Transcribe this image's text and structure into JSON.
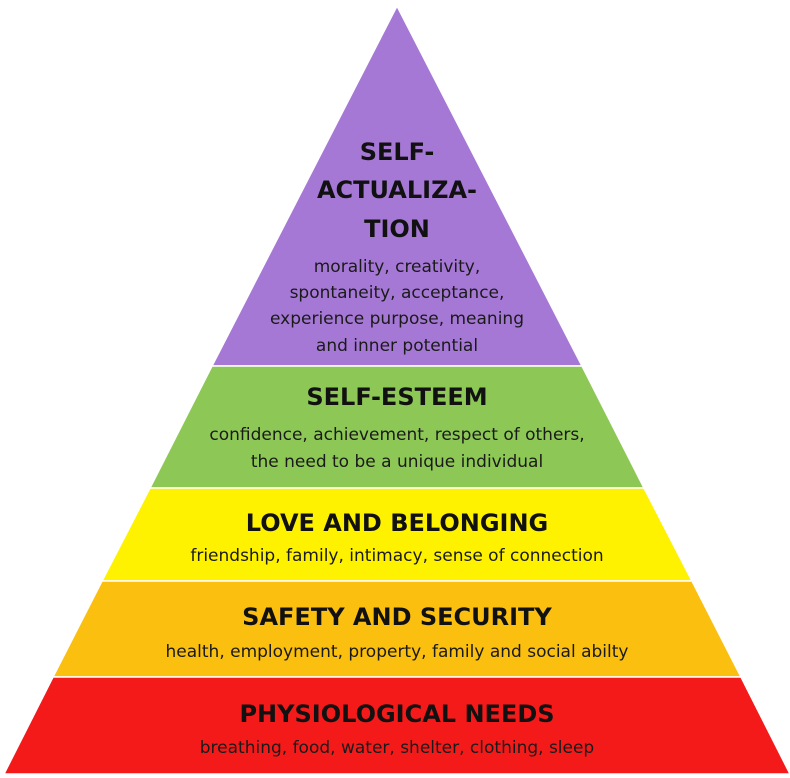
{
  "diagram": {
    "type": "pyramid",
    "levels": [
      {
        "id": "self-actualization",
        "title_lines": [
          "SELF-",
          "ACTUALIZA-",
          "TION"
        ],
        "description_lines": [
          "morality, creativity,",
          "spontaneity, acceptance,",
          "experience purpose, meaning",
          "and inner potential"
        ],
        "color": "#A678D6"
      },
      {
        "id": "self-esteem",
        "title_lines": [
          "SELF-ESTEEM"
        ],
        "description_lines": [
          "confidence, achievement, respect of others,",
          "the need to be a unique individual"
        ],
        "color": "#8DC856"
      },
      {
        "id": "love-and-belonging",
        "title_lines": [
          "LOVE AND BELONGING"
        ],
        "description_lines": [
          "friendship, family, intimacy, sense of connection"
        ],
        "color": "#FFF200"
      },
      {
        "id": "safety-and-security",
        "title_lines": [
          "SAFETY AND SECURITY"
        ],
        "description_lines": [
          "health, employment, property, family and social abilty"
        ],
        "color": "#FBBF0F"
      },
      {
        "id": "physiological-needs",
        "title_lines": [
          "PHYSIOLOGICAL NEEDS"
        ],
        "description_lines": [
          "breathing, food, water, shelter, clothing, sleep"
        ],
        "color": "#F41A1A"
      }
    ]
  }
}
